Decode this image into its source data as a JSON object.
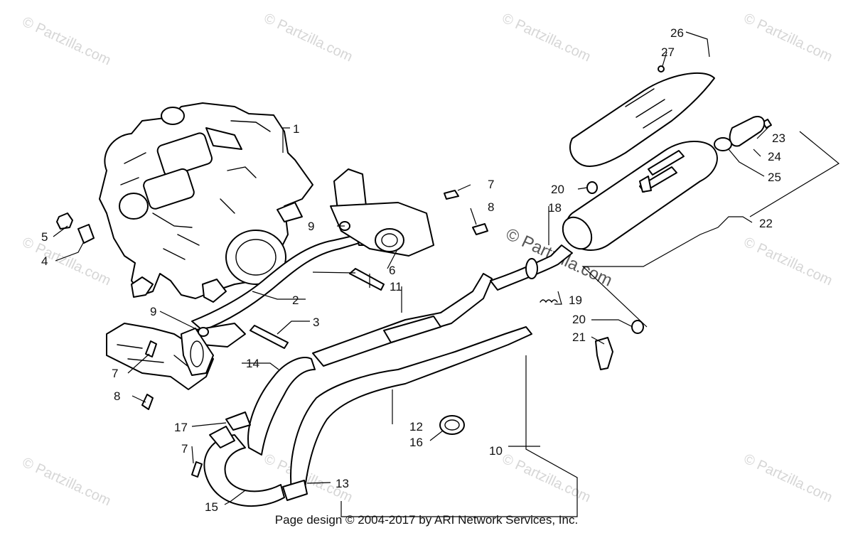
{
  "watermark": {
    "text": "© Partzilla.com",
    "color": "#d6d6d6"
  },
  "footer": {
    "text": "Page design © 2004-2017 by ARI Network Services, Inc."
  },
  "callouts": {
    "c1": "1",
    "c2": "2",
    "c3": "3",
    "c4": "4",
    "c5": "5",
    "c6": "6",
    "c7a": "7",
    "c7b": "7",
    "c7c": "7",
    "c8a": "8",
    "c8b": "8",
    "c9a": "9",
    "c9b": "9",
    "c10": "10",
    "c11": "11",
    "c12": "12",
    "c13": "13",
    "c14": "14",
    "c15": "15",
    "c16": "16",
    "c17": "17",
    "c18": "18",
    "c19": "19",
    "c20a": "20",
    "c20b": "20",
    "c21": "21",
    "c22": "22",
    "c23": "23",
    "c24": "24",
    "c25": "25",
    "c26": "26",
    "c27": "27"
  }
}
